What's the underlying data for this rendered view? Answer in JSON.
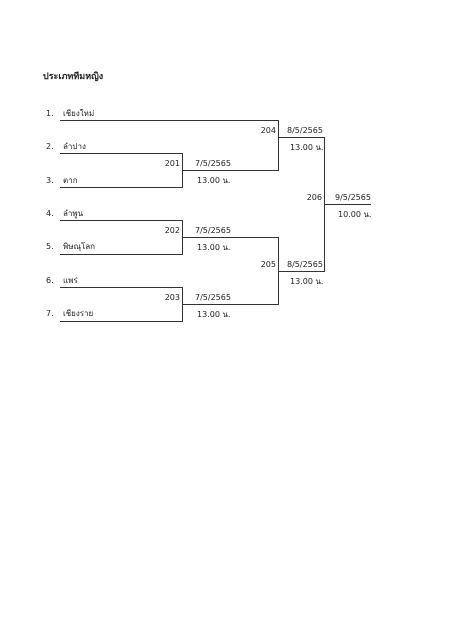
{
  "title": "ประเภททีมหญิง",
  "teams": [
    {
      "no": "1.",
      "name": "เชียงใหม่"
    },
    {
      "no": "2.",
      "name": "ลำปาง"
    },
    {
      "no": "3.",
      "name": "ตาก"
    },
    {
      "no": "4.",
      "name": "ลำพูน"
    },
    {
      "no": "5.",
      "name": "พิษณุโลก"
    },
    {
      "no": "6.",
      "name": "แพร่"
    },
    {
      "no": "7.",
      "name": "เชียงราย"
    }
  ],
  "matches": {
    "m201": {
      "id": "201",
      "date": "7/5/2565",
      "time": "13.00 น."
    },
    "m202": {
      "id": "202",
      "date": "7/5/2565",
      "time": "13.00 น."
    },
    "m203": {
      "id": "203",
      "date": "7/5/2565",
      "time": "13.00 น."
    },
    "m204": {
      "id": "204",
      "date": "8/5/2565",
      "time": "13.00 น."
    },
    "m205": {
      "id": "205",
      "date": "8/5/2565",
      "time": "13.00 น."
    },
    "m206": {
      "id": "206",
      "date": "9/5/2565",
      "time": "10.00 น."
    }
  }
}
